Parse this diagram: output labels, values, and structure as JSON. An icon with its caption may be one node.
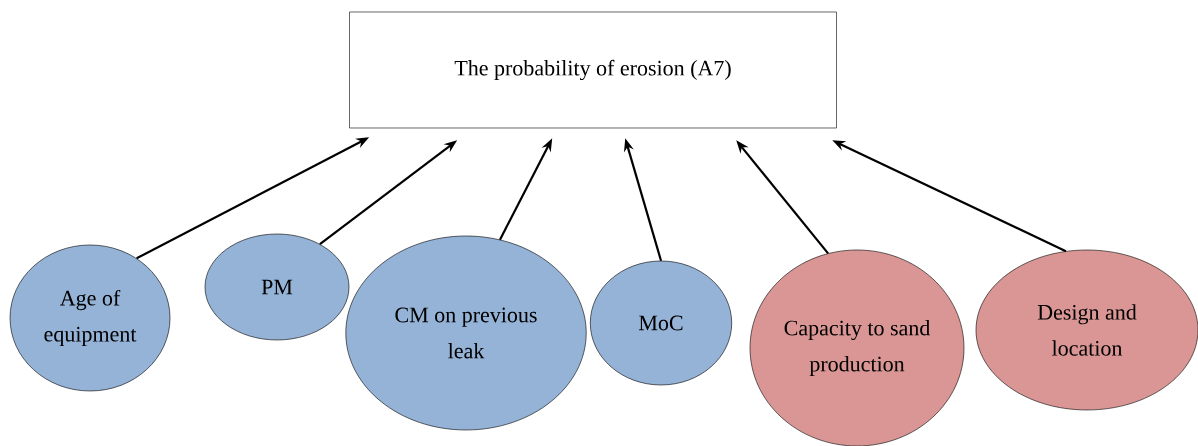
{
  "diagram": {
    "nodes": [
      {
        "text": [
          "The probability of erosion (A7)"
        ]
      },
      {
        "text": [
          "Age of equipment"
        ]
      },
      {
        "text": [
          "PM"
        ]
      },
      {
        "text": [
          "CM on previous leak"
        ]
      },
      {
        "text": [
          "MoC"
        ]
      },
      {
        "text": [
          "Capacity to sand production"
        ]
      },
      {
        "text": [
          "Design and location"
        ]
      }
    ],
    "edges": [
      {
        "from": 1,
        "to": 0,
        "arrow": "to"
      },
      {
        "from": 2,
        "to": 0,
        "arrow": "to"
      },
      {
        "from": 3,
        "to": 0,
        "arrow": "to"
      },
      {
        "from": 4,
        "to": 0,
        "arrow": "to"
      },
      {
        "from": 5,
        "to": 0,
        "arrow": "to"
      },
      {
        "from": 6,
        "to": 0,
        "arrow": "to"
      }
    ]
  }
}
